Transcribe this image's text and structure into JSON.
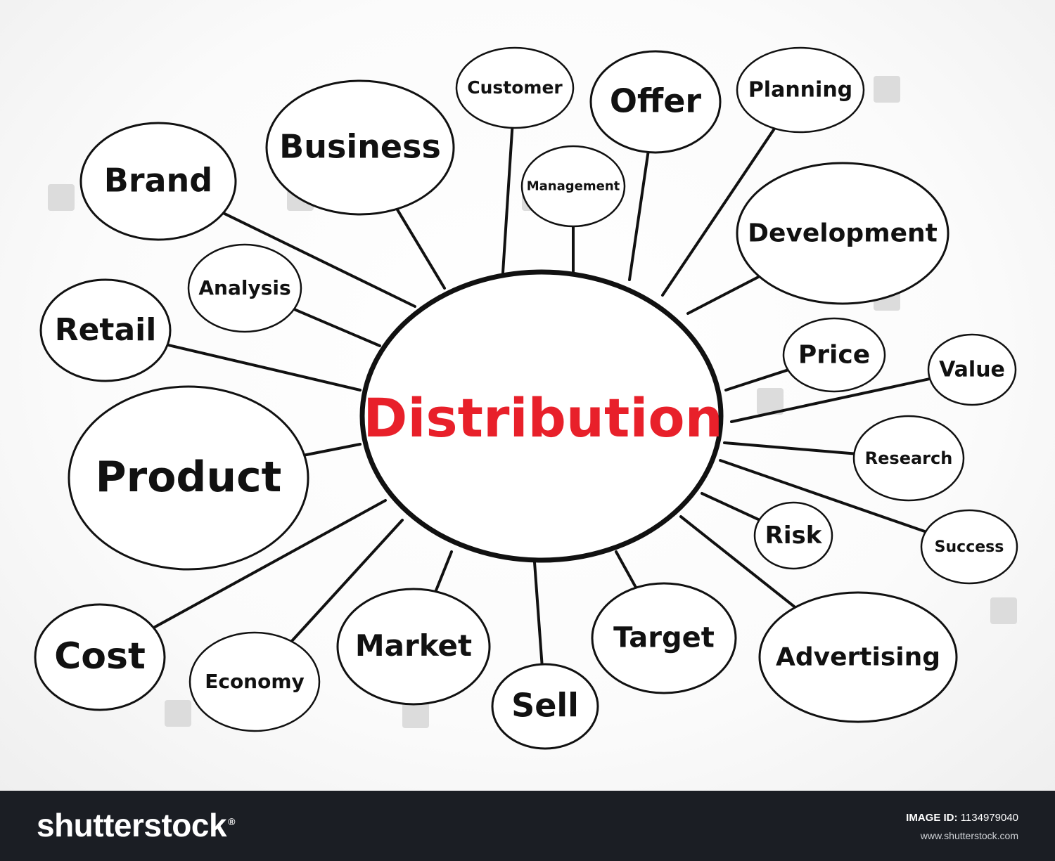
{
  "diagram": {
    "center": {
      "label": "Distribution",
      "color": "#e8202a"
    },
    "nodes": [
      {
        "id": "brand",
        "label": "Brand"
      },
      {
        "id": "business",
        "label": "Business"
      },
      {
        "id": "customer",
        "label": "Customer"
      },
      {
        "id": "management",
        "label": "Management"
      },
      {
        "id": "offer",
        "label": "Offer"
      },
      {
        "id": "planning",
        "label": "Planning"
      },
      {
        "id": "development",
        "label": "Development"
      },
      {
        "id": "analysis",
        "label": "Analysis"
      },
      {
        "id": "retail",
        "label": "Retail"
      },
      {
        "id": "price",
        "label": "Price"
      },
      {
        "id": "value",
        "label": "Value"
      },
      {
        "id": "product",
        "label": "Product"
      },
      {
        "id": "research",
        "label": "Research"
      },
      {
        "id": "risk",
        "label": "Risk"
      },
      {
        "id": "success",
        "label": "Success"
      },
      {
        "id": "cost",
        "label": "Cost"
      },
      {
        "id": "economy",
        "label": "Economy"
      },
      {
        "id": "market",
        "label": "Market"
      },
      {
        "id": "sell",
        "label": "Sell"
      },
      {
        "id": "target",
        "label": "Target"
      },
      {
        "id": "advertising",
        "label": "Advertising"
      }
    ]
  },
  "footer": {
    "logo": "shutterstock",
    "logo_mark": "®",
    "image_id_label": "IMAGE ID:",
    "image_id": "1134979040",
    "url": "www.shutterstock.com"
  }
}
